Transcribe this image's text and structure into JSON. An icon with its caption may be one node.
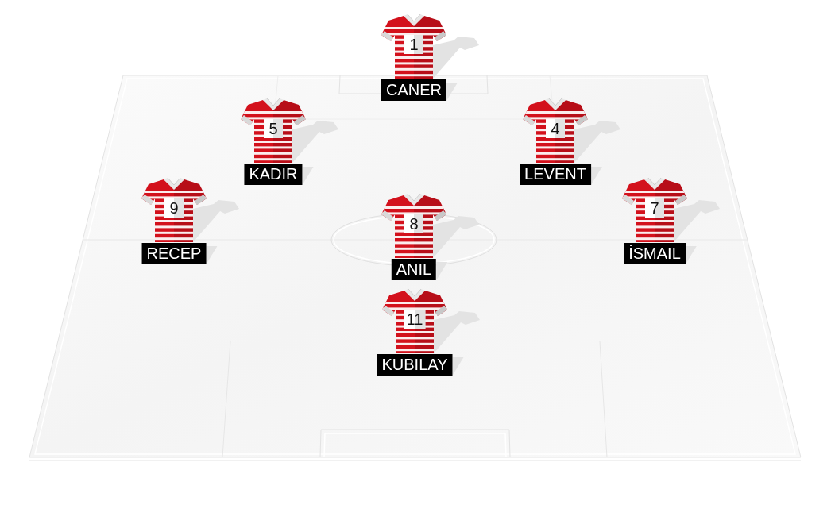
{
  "diagram": {
    "nodes": [
      {
        "text": [
          "1",
          "CANER"
        ]
      },
      {
        "text": [
          "5",
          "KADIR"
        ]
      },
      {
        "text": [
          "4",
          "LEVENT"
        ]
      },
      {
        "text": [
          "9",
          "RECEP"
        ]
      },
      {
        "text": [
          "8",
          "ANIL"
        ]
      },
      {
        "text": [
          "7",
          "İSMAIL"
        ]
      },
      {
        "text": [
          "11",
          "KUBILAY"
        ]
      }
    ]
  }
}
